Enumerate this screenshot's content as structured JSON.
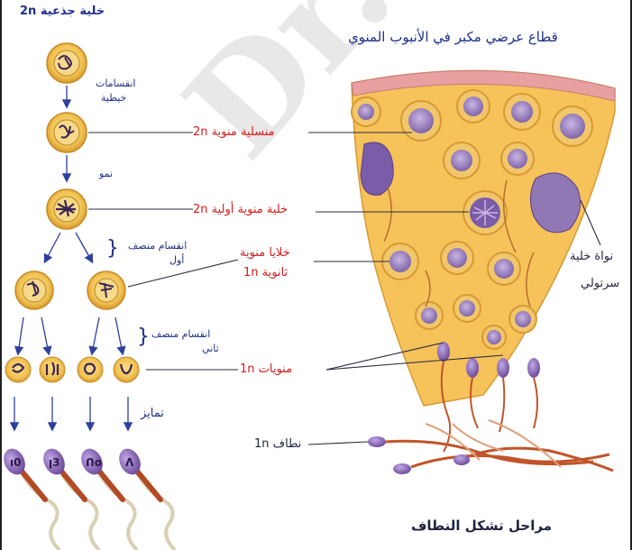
{
  "title": "قطاع عرضي مكبر في الأنبوب المنوي",
  "caption": "مراحل تشكل النطاف",
  "watermark": "Dr. M",
  "left_labels": {
    "stem_cell": "خلية جذعية 2n",
    "mitosis_line1": "انقسامات",
    "mitosis_line2": "خيطية",
    "growth": "نمو",
    "meiosis1_line1": "انقسام منصف",
    "meiosis1_line2": "أول",
    "meiosis2_line1": "انقسام منصف",
    "meiosis2_line2": "ثاني",
    "differentiation": "تمايز"
  },
  "center_labels": {
    "spermatogonium": "منسلية منوية 2n",
    "primary_spermatocyte": "خلية منوية أولية 2n",
    "secondary_line1": "خلايا منوية",
    "secondary_line2": "ثانوية 1n",
    "spermatids": "منويات 1n",
    "sperm": "نطاف 1n"
  },
  "right_labels": {
    "sertoli_line1": "نواة خلية",
    "sertoli_line2": "سرتولي"
  },
  "colors": {
    "text_blue": "#1f2f86",
    "text_red": "#d21b1b",
    "cell_fill": "#f3c650",
    "cell_ring": "#e2a93a",
    "nucleus": "#8f78b4",
    "chromatin": "#4d2c6e",
    "tissue": "#f6c25a",
    "membrane": "#e9a0a0",
    "tail": "#c0552a",
    "arrow": "#2e3f9c",
    "sperm_head": "#7a4aa6"
  }
}
